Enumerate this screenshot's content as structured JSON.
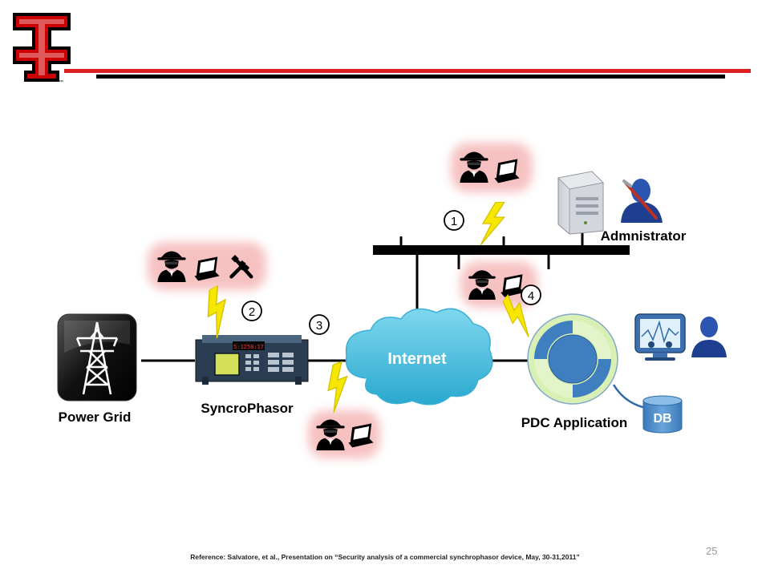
{
  "logo": {
    "tm": "™"
  },
  "labels": {
    "power_grid": "Power Grid",
    "syncrophasor": "SyncroPhasor",
    "internet": "Internet",
    "pdc_application": "PDC Application",
    "db": "DB",
    "administrator": "Admnistrator"
  },
  "markers": [
    "1",
    "2",
    "3",
    "4"
  ],
  "device_display": "5:1258:17",
  "reference": "Reference:  Salvatore, et al., Presentation on “Security analysis of a commercial synchrophasor device, May, 30-31,2011”",
  "page_number": "25",
  "colors": {
    "logo_red": "#cc0000",
    "header_red": "#e02020",
    "header_black": "#000000",
    "cloud": "#4fc3df",
    "pdc_blue": "#3f7fc0",
    "pdc_green": "#d9f0b5",
    "db_blue": "#4f8fcb",
    "bolt_yellow": "#f7e600",
    "attacker_glow": "#f2a0a0"
  }
}
